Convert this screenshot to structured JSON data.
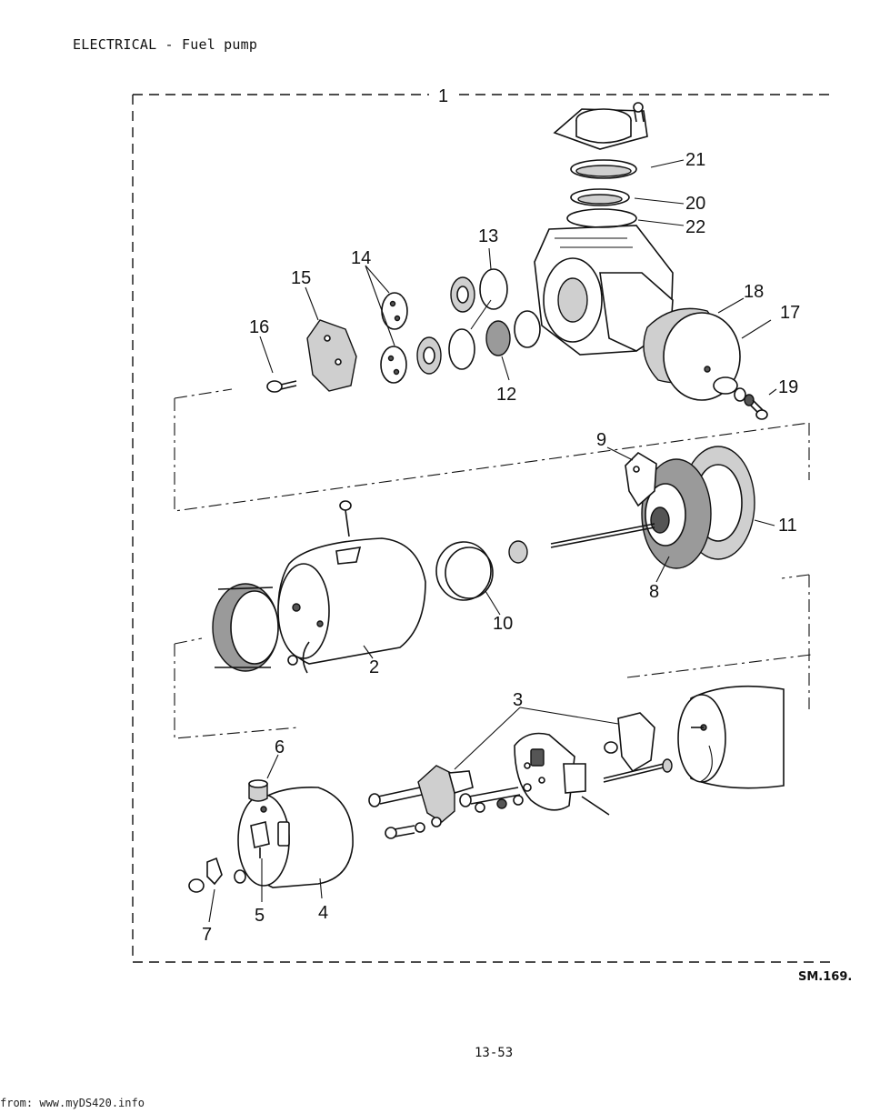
{
  "header": {
    "title": "ELECTRICAL - Fuel pump"
  },
  "figure": {
    "reference": "SM.169.",
    "callouts": {
      "c1": "1",
      "c2": "2",
      "c3": "3",
      "c4": "4",
      "c5": "5",
      "c6": "6",
      "c7": "7",
      "c8": "8",
      "c9": "9",
      "c10": "10",
      "c11": "11",
      "c12": "12",
      "c13": "13",
      "c14": "14",
      "c15": "15",
      "c16": "16",
      "c17": "17",
      "c18": "18",
      "c19": "19",
      "c20": "20",
      "c21": "21",
      "c22": "22"
    }
  },
  "footer": {
    "page_number": "13-53",
    "source_url": "from: www.myDS420.info"
  }
}
